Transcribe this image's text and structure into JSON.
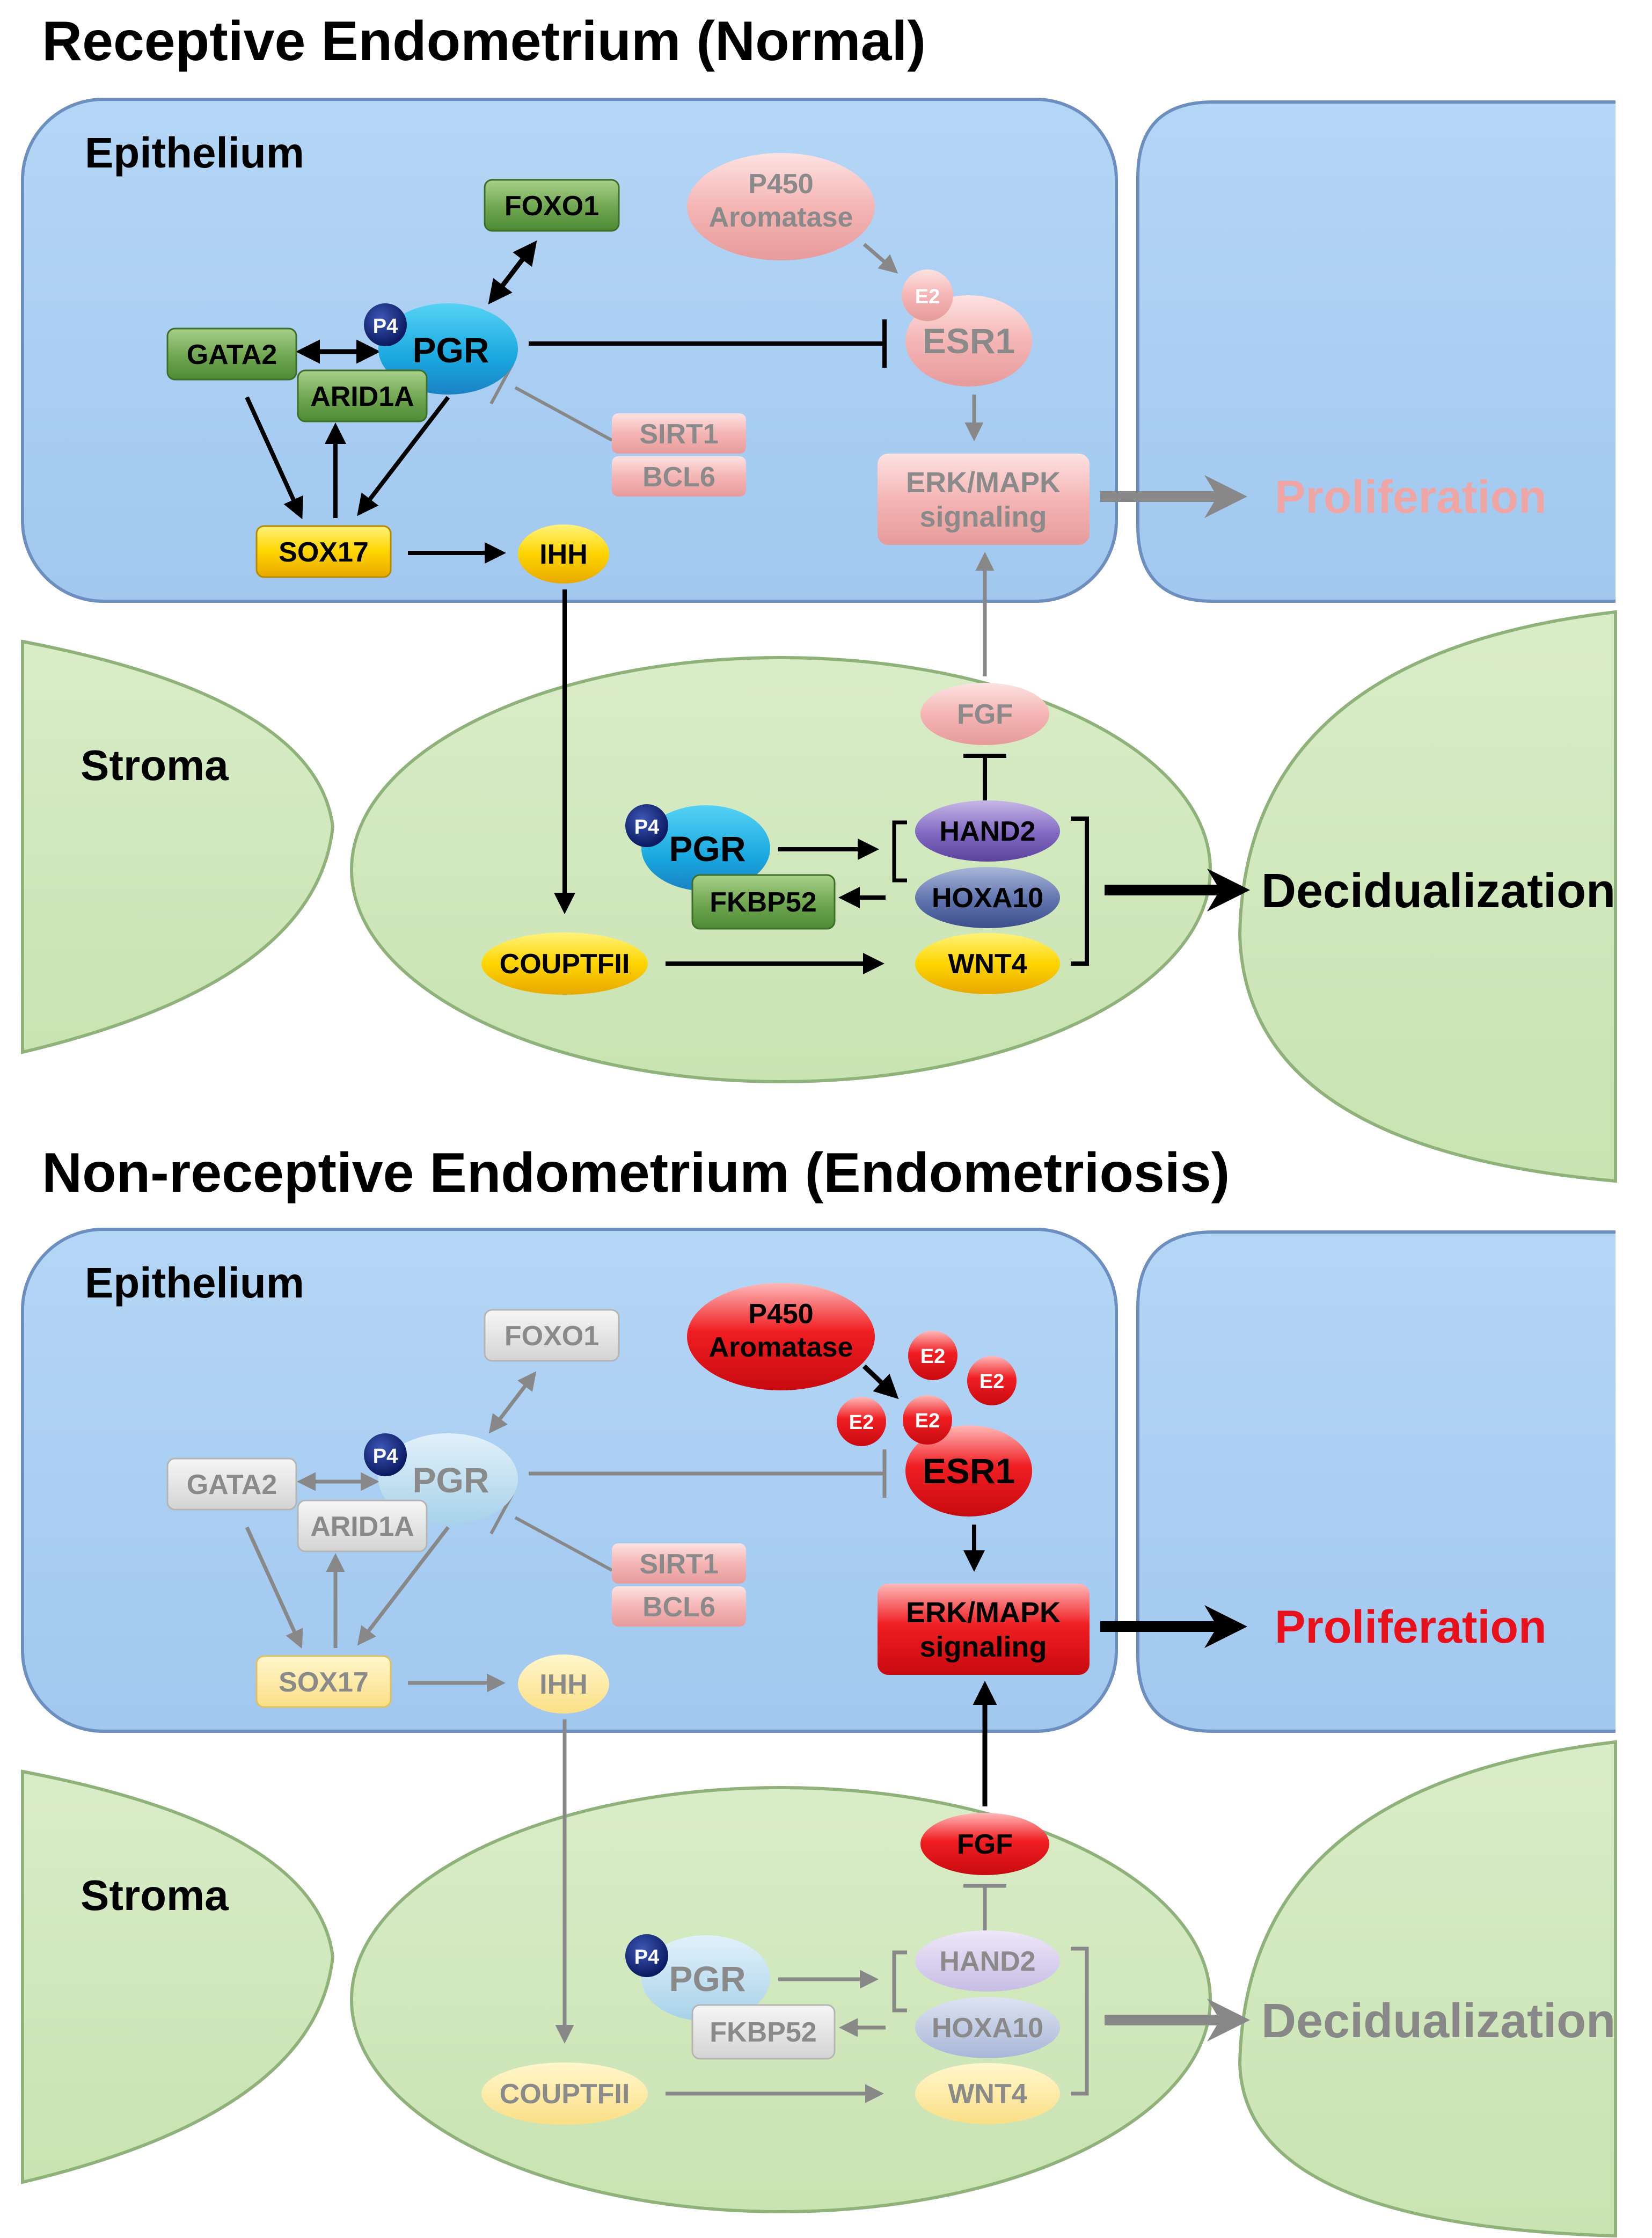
{
  "panels": [
    {
      "title": "Receptive Endometrium (Normal)",
      "epithelium_label": "Epithelium",
      "stroma_label": "Stroma",
      "nodes": {
        "foxo1": "FOXO1",
        "p450_line1": "P450",
        "p450_line2": "Aromatase",
        "e2": "E2",
        "esr1": "ESR1",
        "p4": "P4",
        "pgr": "PGR",
        "gata2": "GATA2",
        "arid1a": "ARID1A",
        "sirt1": "SIRT1",
        "bcl6": "BCL6",
        "erk_line1": "ERK/MAPK",
        "erk_line2": "signaling",
        "sox17": "SOX17",
        "ihh": "IHH",
        "fgf": "FGF",
        "stroma_p4": "P4",
        "stroma_pgr": "PGR",
        "hand2": "HAND2",
        "fkbp52": "FKBP52",
        "hoxa10": "HOXA10",
        "couptfii": "COUPTFII",
        "wnt4": "WNT4"
      },
      "outcomes": {
        "proliferation": "Proliferation",
        "decidualization": "Decidualization"
      },
      "colors": {
        "proliferation_text": "#f0a5a5",
        "decidualization_text": "#000000",
        "prolif_arrow": "#888888",
        "decid_arrow": "#000000"
      }
    },
    {
      "title": "Non-receptive Endometrium (Endometriosis)",
      "epithelium_label": "Epithelium",
      "stroma_label": "Stroma",
      "nodes": {
        "foxo1": "FOXO1",
        "p450_line1": "P450",
        "p450_line2": "Aromatase",
        "e2": "E2",
        "esr1": "ESR1",
        "p4": "P4",
        "pgr": "PGR",
        "gata2": "GATA2",
        "arid1a": "ARID1A",
        "sirt1": "SIRT1",
        "bcl6": "BCL6",
        "erk_line1": "ERK/MAPK",
        "erk_line2": "signaling",
        "sox17": "SOX17",
        "ihh": "IHH",
        "fgf": "FGF",
        "stroma_p4": "P4",
        "stroma_pgr": "PGR",
        "hand2": "HAND2",
        "fkbp52": "FKBP52",
        "hoxa10": "HOXA10",
        "couptfii": "COUPTFII",
        "wnt4": "WNT4"
      },
      "outcomes": {
        "proliferation": "Proliferation",
        "decidualization": "Decidualization"
      },
      "colors": {
        "proliferation_text": "#e8101a",
        "decidualization_text": "#888888",
        "prolif_arrow": "#000000",
        "decid_arrow": "#888888"
      }
    }
  ]
}
